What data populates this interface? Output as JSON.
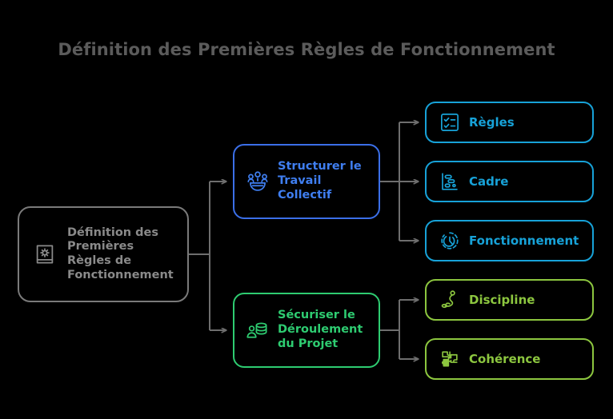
{
  "title": "Définition des Premières Règles de Fonctionnement",
  "colors": {
    "background": "#000000",
    "title_text": "#5b5b5b",
    "root_border": "#7a7a7a",
    "root_text": "#8a8a8a",
    "connector": "#6e6e6e",
    "branch_blue": "#3b6fe8",
    "branch_green": "#2ecc71",
    "leaf_cyan": "#17a2d8",
    "leaf_lime": "#8cc63f"
  },
  "root": {
    "label": "Définition des Premières Règles de Fonctionnement",
    "icon": "book-gear-icon"
  },
  "branches": [
    {
      "id": "b1",
      "label": "Structurer le Travail Collectif",
      "icon": "team-gear-icon",
      "color": "#3b6fe8",
      "leaves": [
        {
          "id": "l1",
          "label": "Règles",
          "icon": "checklist-icon",
          "color": "#17a2d8"
        },
        {
          "id": "l2",
          "label": "Cadre",
          "icon": "gantt-chart-icon",
          "color": "#17a2d8"
        },
        {
          "id": "l3",
          "label": "Fonctionnement",
          "icon": "clock-timer-icon",
          "color": "#17a2d8"
        }
      ]
    },
    {
      "id": "b2",
      "label": "Sécuriser le Déroulement du Projet",
      "icon": "database-person-icon",
      "color": "#2ecc71",
      "leaves": [
        {
          "id": "l4",
          "label": "Discipline",
          "icon": "kneeling-person-icon",
          "color": "#8cc63f"
        },
        {
          "id": "l5",
          "label": "Cohérence",
          "icon": "puzzle-pieces-icon",
          "color": "#8cc63f"
        }
      ]
    }
  ],
  "chart_data": {
    "type": "diagram",
    "diagram_type": "horizontal-mindmap-tree",
    "title": "Définition des Premières Règles de Fonctionnement",
    "nodes": [
      {
        "id": "root",
        "label": "Définition des Premières Règles de Fonctionnement",
        "level": 0
      },
      {
        "id": "b1",
        "label": "Structurer le Travail Collectif",
        "level": 1
      },
      {
        "id": "b2",
        "label": "Sécuriser le Déroulement du Projet",
        "level": 1
      },
      {
        "id": "l1",
        "label": "Règles",
        "level": 2
      },
      {
        "id": "l2",
        "label": "Cadre",
        "level": 2
      },
      {
        "id": "l3",
        "label": "Fonctionnement",
        "level": 2
      },
      {
        "id": "l4",
        "label": "Discipline",
        "level": 2
      },
      {
        "id": "l5",
        "label": "Cohérence",
        "level": 2
      }
    ],
    "edges": [
      {
        "from": "root",
        "to": "b1"
      },
      {
        "from": "root",
        "to": "b2"
      },
      {
        "from": "b1",
        "to": "l1"
      },
      {
        "from": "b1",
        "to": "l2"
      },
      {
        "from": "b1",
        "to": "l3"
      },
      {
        "from": "b2",
        "to": "l4"
      },
      {
        "from": "b2",
        "to": "l5"
      }
    ]
  }
}
